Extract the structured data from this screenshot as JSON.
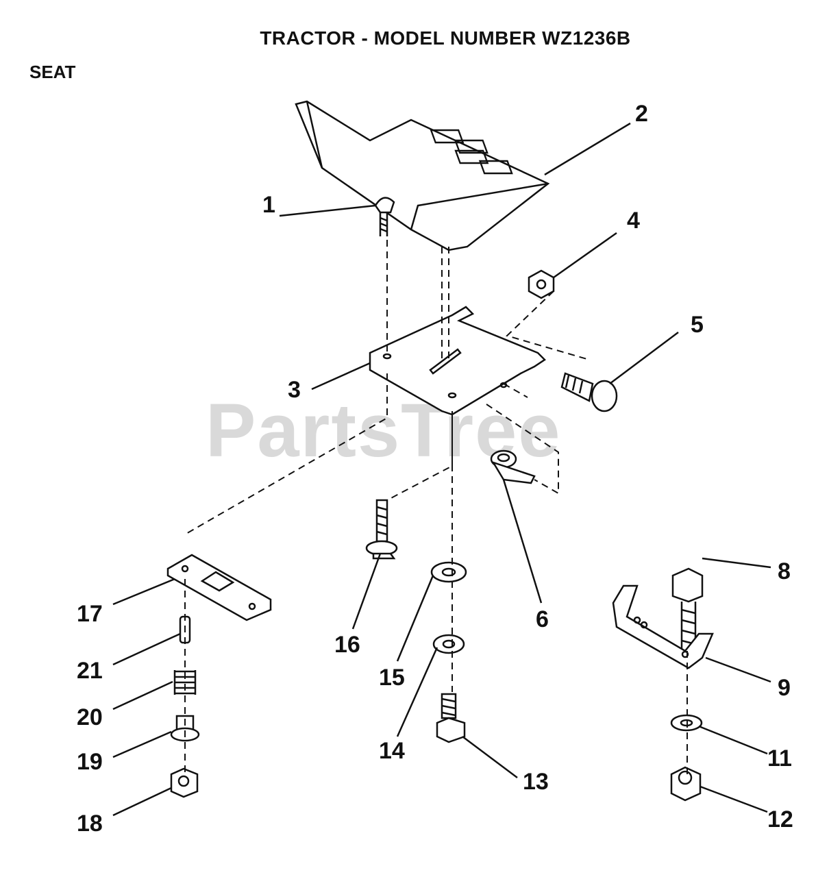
{
  "header": {
    "title": "TRACTOR  - MODEL NUMBER WZ1236B",
    "section": "SEAT"
  },
  "watermark": "PartsTree",
  "callouts": [
    "1",
    "2",
    "3",
    "4",
    "5",
    "6",
    "8",
    "9",
    "11",
    "12",
    "13",
    "14",
    "15",
    "16",
    "17",
    "18",
    "19",
    "20",
    "21"
  ]
}
